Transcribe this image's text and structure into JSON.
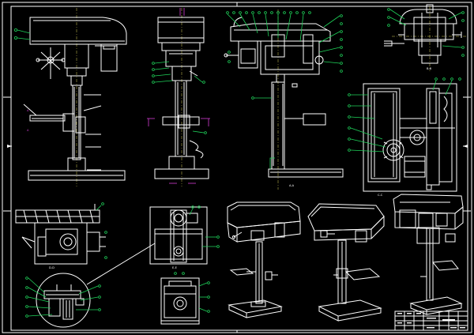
{
  "drawing": {
    "background_color": "#000000",
    "line_color": "#ffffff",
    "callout_color": "#1fd35a",
    "section_mark_color": "#d23cd2",
    "centerline_color": "#d8d25a"
  },
  "views": [
    {
      "id": "front-view"
    },
    {
      "id": "side-view"
    },
    {
      "id": "section-view"
    },
    {
      "id": "head-detail-top"
    },
    {
      "id": "spindle-detail"
    },
    {
      "id": "table-plan-view"
    },
    {
      "id": "column-section"
    },
    {
      "id": "base-detail"
    },
    {
      "id": "circle-detail"
    },
    {
      "id": "iso-view-1"
    },
    {
      "id": "iso-view-2"
    },
    {
      "id": "iso-view-3"
    }
  ],
  "title_block": {
    "present": true,
    "text_legible": false
  }
}
